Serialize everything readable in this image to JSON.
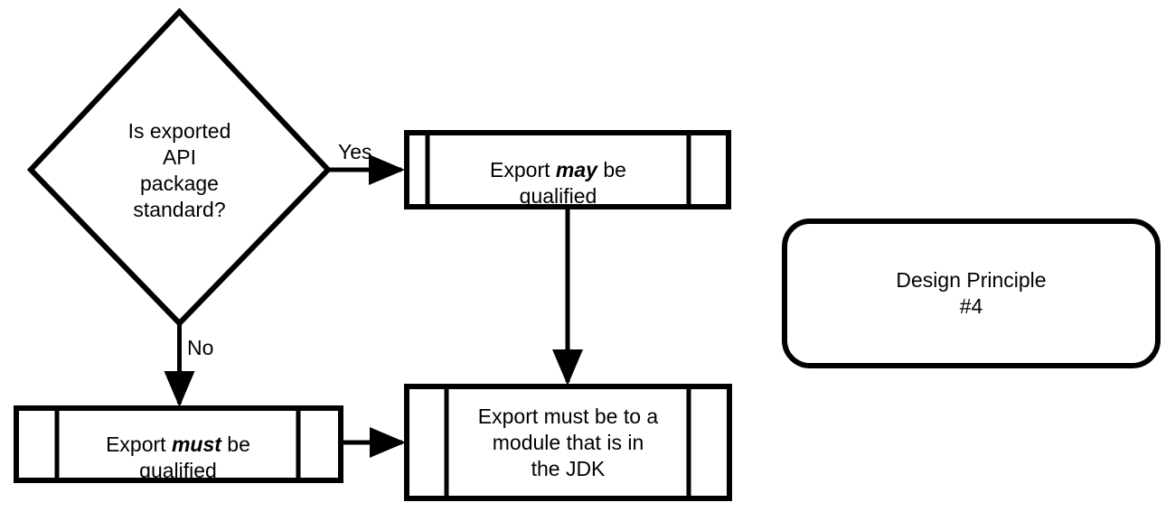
{
  "diagram": {
    "type": "flowchart",
    "title": "Exported API package qualification decision flow",
    "background_color": "#ffffff",
    "stroke_color": "#000000",
    "text_color": "#000000"
  },
  "nodes": {
    "decision": {
      "shape": "diamond",
      "text": "Is exported\nAPI\npackage\nstandard?"
    },
    "may_qualified": {
      "shape": "predefined-process",
      "text_before": "Export ",
      "text_emphasis": "may",
      "text_after": " be\nqualified"
    },
    "must_qualified": {
      "shape": "predefined-process",
      "text_before": "Export ",
      "text_emphasis": "must",
      "text_after": " be\nqualified"
    },
    "jdk_module": {
      "shape": "predefined-process",
      "text": "Export must be to a\nmodule that is in\nthe JDK"
    },
    "design_principle": {
      "shape": "rounded-rectangle",
      "text": "Design Principle\n#4"
    }
  },
  "edges": [
    {
      "name": "decision-yes",
      "label": "Yes",
      "from": "decision",
      "to": "may_qualified"
    },
    {
      "name": "decision-no",
      "label": "No",
      "from": "decision",
      "to": "must_qualified"
    },
    {
      "name": "may-to-jdk",
      "label": "",
      "from": "may_qualified",
      "to": "jdk_module"
    },
    {
      "name": "must-to-jdk",
      "label": "",
      "from": "must_qualified",
      "to": "jdk_module"
    }
  ]
}
